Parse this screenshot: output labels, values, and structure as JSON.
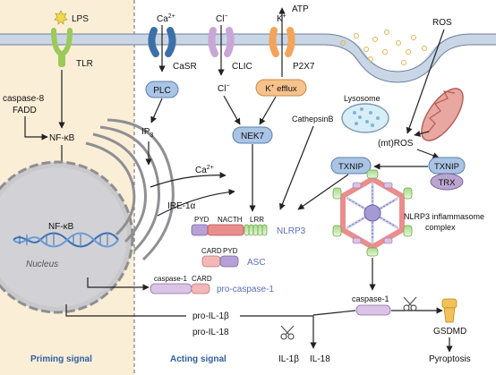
{
  "priming": {
    "lps": "LPS",
    "tlr": "TLR",
    "caspase8": "caspase-8",
    "fadd": "FADD",
    "nfkb_top": "NF-κB",
    "nfkb_nucleus": "NF-κB",
    "nucleus": "Nucleus",
    "footer": "Priming signal"
  },
  "acting": {
    "ca_top": "Ca",
    "ca_sup": "2+",
    "casr": "CaSR",
    "cl_top": "Cl",
    "cl_sup": "−",
    "clic": "CLIC",
    "k_top": "K",
    "k_sup": "+",
    "atp": "ATP",
    "p2x7": "P2X7",
    "plc": "PLC",
    "cl_cyto": "Cl",
    "cl_cyto_sup": "−",
    "k_efflux": "K",
    "k_efflux_sup": "+",
    "k_efflux_rest": "efflux",
    "ip3": "IP",
    "ip3_sub": "3",
    "nek7": "NEK7",
    "ros": "ROS",
    "lysosome": "Lysosome",
    "cathepsinb": "CathepsinB",
    "mtros": "(mt)ROS",
    "txnip_left": "TXNIP",
    "txnip_right": "TXNIP",
    "trx": "TRX",
    "ca_er": "Ca",
    "ca_er_sup": "2+",
    "ire1a": "IRE-1α",
    "pyd": "PYD",
    "nacth": "NACTH",
    "lrr": "LRR",
    "nlrp3": "NLRP3",
    "inflammasome_line1": "NLRP3 inflammasome",
    "inflammasome_line2": "complex",
    "card": "CARD",
    "pyd_asc": "PYD",
    "asc": "ASC",
    "caspase1_pro_label": "caspase-1",
    "card_pro": "CARD",
    "pro_caspase1": "pro-caspase-1",
    "pro_il1b": "pro-IL-1β",
    "pro_il18": "pro-IL-18",
    "caspase1": "caspase-1",
    "il1b": "IL-1β",
    "il18": "IL-18",
    "gsdmd": "GSDMD",
    "pyroptosis": "Pyroptosis",
    "footer": "Acting signal"
  },
  "colors": {
    "priming_bg": "#fbeed7",
    "membrane": "#c9d6e6",
    "label_blue": "#5b6fb5",
    "footer_blue": "#2f5f9f"
  }
}
